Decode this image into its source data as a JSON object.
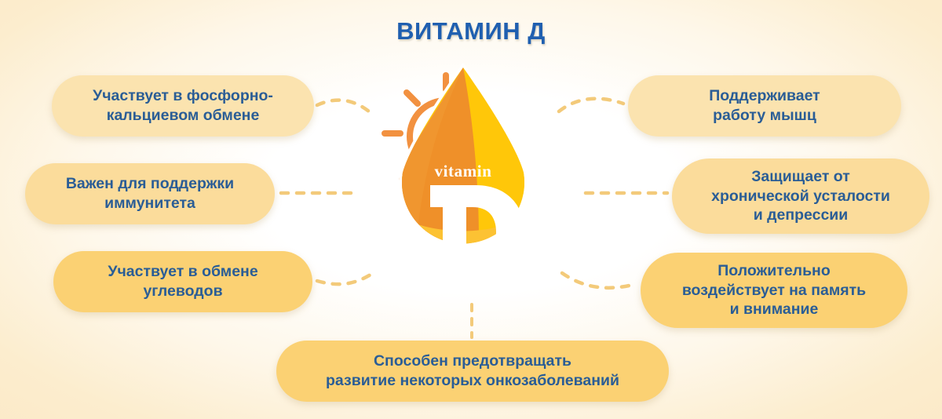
{
  "title": "ВИТАМИН Д",
  "center": {
    "icon": "vitamin-d-droplet-with-sun",
    "label_small": "vitamin",
    "label_big": "D"
  },
  "colors": {
    "title_blue": "#1f5fb0",
    "text_blue": "#2a5d96",
    "pill_light": "#fbe3af",
    "pill_mid": "#fbdc9b",
    "pill_deep": "#fbd173",
    "connector": "#f3ca7a",
    "drop_orange": "#f0962f",
    "drop_yellow": "#ffc709",
    "sun_orange": "#f29140",
    "background_cream": "#fbe9c7"
  },
  "benefits": {
    "left": [
      {
        "id": "phosphorus-calcium",
        "text": "Участвует в фосфорно-\nкальциевом обмене"
      },
      {
        "id": "immunity",
        "text": "Важен для поддержки\nиммунитета"
      },
      {
        "id": "carbohydrates",
        "text": "Участвует в обмене\nуглеводов"
      }
    ],
    "right": [
      {
        "id": "muscles",
        "text": "Поддерживает\nработу мышц"
      },
      {
        "id": "fatigue-depression",
        "text": "Защищает от\nхронической усталости\nи депрессии"
      },
      {
        "id": "memory-attention",
        "text": "Положительно\nвоздействует на память\nи внимание"
      }
    ],
    "bottom": [
      {
        "id": "oncology",
        "text": "Способен предотвращать\nразвитие некоторых онкозаболеваний"
      }
    ]
  }
}
